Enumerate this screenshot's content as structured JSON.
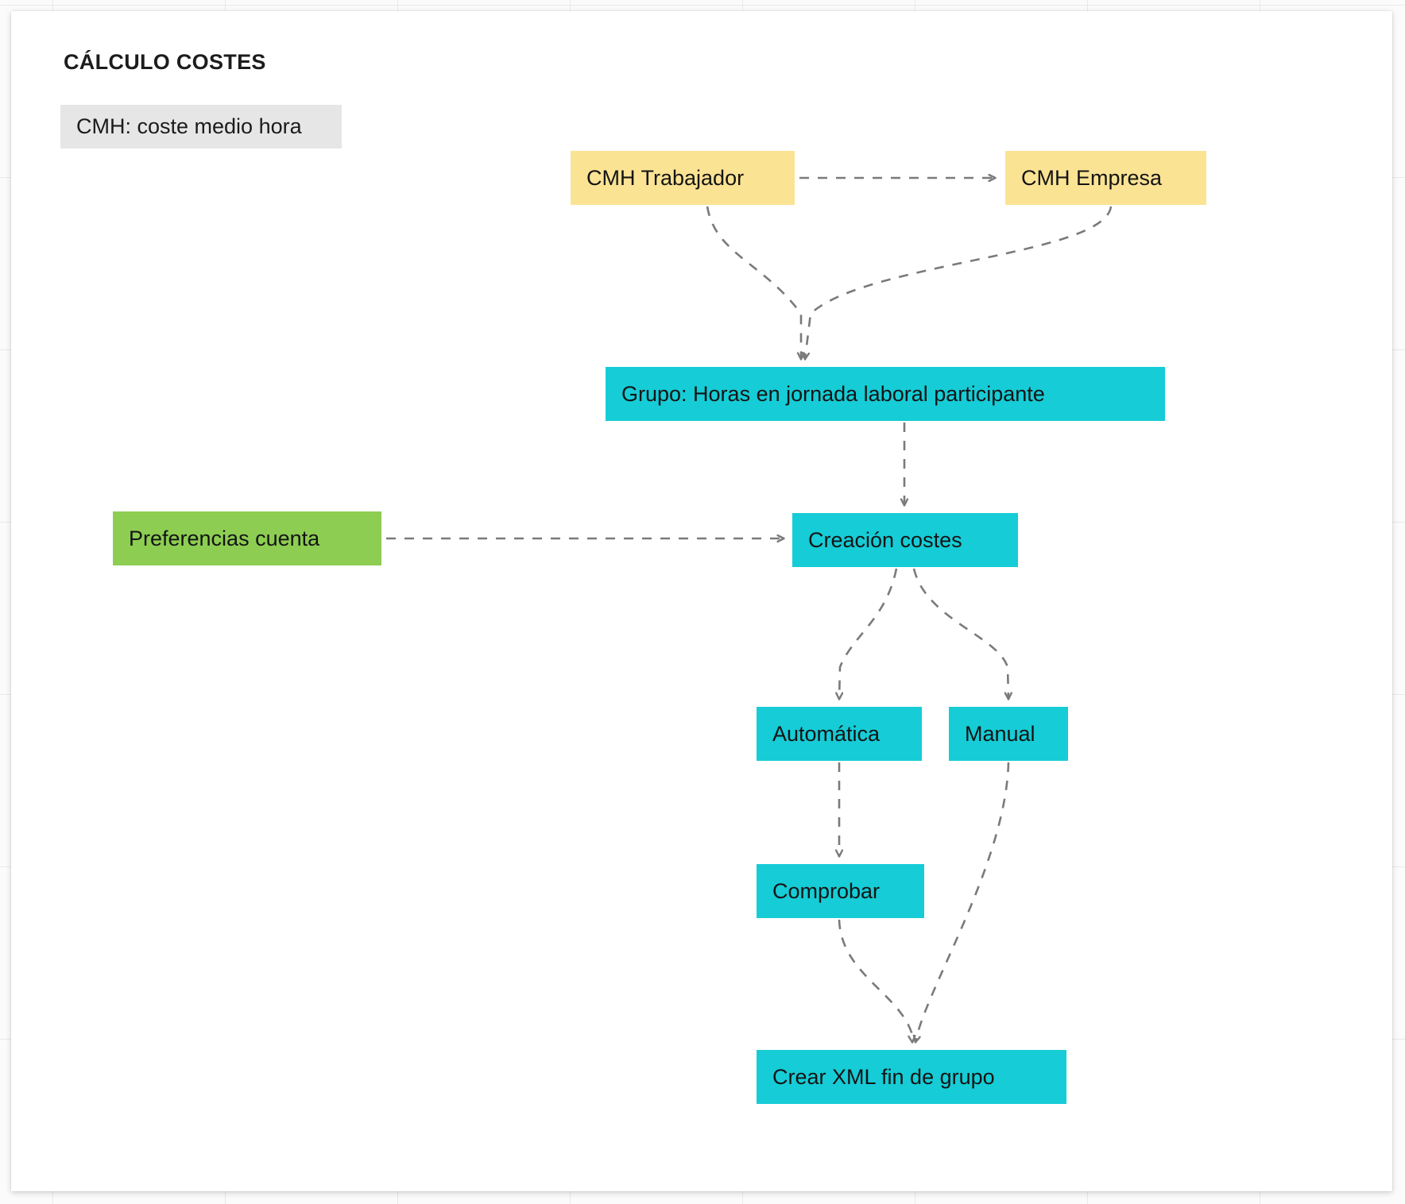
{
  "page": {
    "title": "CÁLCULO COSTES",
    "legend": "CMH: coste medio hora"
  },
  "colors": {
    "yellow": "#fbe394",
    "cyan": "#16ccd6",
    "green": "#8dce52",
    "legend_background": "#e6e6e6",
    "edge": "#7a7a7a",
    "canvas": "#ffffff",
    "backdrop": "#fbfbfb",
    "grid_line": "#e9e9e9",
    "text": "#141414"
  },
  "diagram": {
    "type": "flowchart",
    "nodes": [
      {
        "id": "cmh-trabajador",
        "label": "CMH Trabajador",
        "color": "yellow"
      },
      {
        "id": "cmh-empresa",
        "label": "CMH Empresa",
        "color": "yellow"
      },
      {
        "id": "grupo-horas",
        "label": "Grupo: Horas en jornada laboral participante",
        "color": "cyan"
      },
      {
        "id": "preferencias-cuenta",
        "label": "Preferencias cuenta",
        "color": "green"
      },
      {
        "id": "creacion-costes",
        "label": "Creación costes",
        "color": "cyan"
      },
      {
        "id": "automatica",
        "label": "Automática",
        "color": "cyan"
      },
      {
        "id": "manual",
        "label": "Manual",
        "color": "cyan"
      },
      {
        "id": "comprobar",
        "label": "Comprobar",
        "color": "cyan"
      },
      {
        "id": "crear-xml",
        "label": "Crear XML fin de grupo",
        "color": "cyan"
      }
    ],
    "edges": [
      {
        "from": "cmh-trabajador",
        "to": "cmh-empresa",
        "style": "dashed",
        "arrow": true
      },
      {
        "from": "cmh-trabajador",
        "to": "grupo-horas",
        "style": "dashed",
        "arrow": true
      },
      {
        "from": "cmh-empresa",
        "to": "grupo-horas",
        "style": "dashed",
        "arrow": true
      },
      {
        "from": "grupo-horas",
        "to": "creacion-costes",
        "style": "dashed",
        "arrow": true
      },
      {
        "from": "preferencias-cuenta",
        "to": "creacion-costes",
        "style": "dashed",
        "arrow": true
      },
      {
        "from": "creacion-costes",
        "to": "automatica",
        "style": "dashed",
        "arrow": true
      },
      {
        "from": "creacion-costes",
        "to": "manual",
        "style": "dashed",
        "arrow": true
      },
      {
        "from": "automatica",
        "to": "comprobar",
        "style": "dashed",
        "arrow": true
      },
      {
        "from": "comprobar",
        "to": "crear-xml",
        "style": "dashed",
        "arrow": true
      },
      {
        "from": "manual",
        "to": "crear-xml",
        "style": "dashed",
        "arrow": true
      }
    ]
  }
}
